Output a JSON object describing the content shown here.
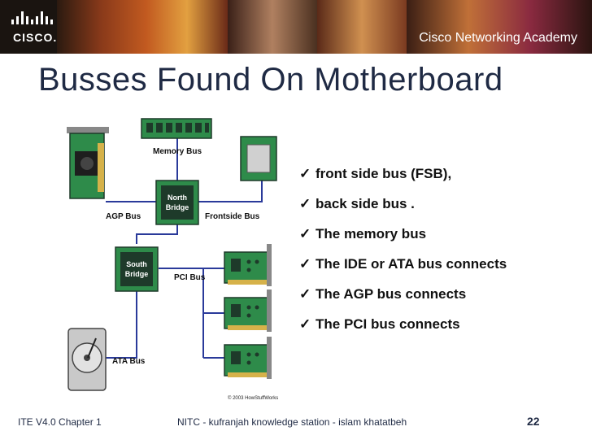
{
  "header": {
    "logo_text": "CISCO.",
    "academy_text": "Cisco Networking Academy"
  },
  "title": "Busses Found On  Motherboard",
  "diagram": {
    "labels": {
      "memory_bus": "Memory Bus",
      "agp_bus": "AGP Bus",
      "frontside_bus": "Frontside Bus",
      "north_bridge_line1": "North",
      "north_bridge_line2": "Bridge",
      "south_bridge_line1": "South",
      "south_bridge_line2": "Bridge",
      "pci_bus": "PCI Bus",
      "ata_bus": "ATA Bus",
      "copyright": "© 2003 HowStuffWorks"
    }
  },
  "bullets": [
    "front side bus (FSB),",
    "back side bus .",
    "The memory bus",
    "The IDE or ATA bus connects",
    "The AGP bus connects",
    "The PCI bus connects"
  ],
  "footer": {
    "left": "ITE V4.0 Chapter 1",
    "middle": "NITC - kufranjah  knowledge station  - islam  khatatbeh",
    "page": "22"
  },
  "colors": {
    "board_green": "#2e8b4a",
    "chip_dark": "#1e3a2a",
    "bus_blue": "#2a3a9a",
    "title": "#1f2a44"
  }
}
